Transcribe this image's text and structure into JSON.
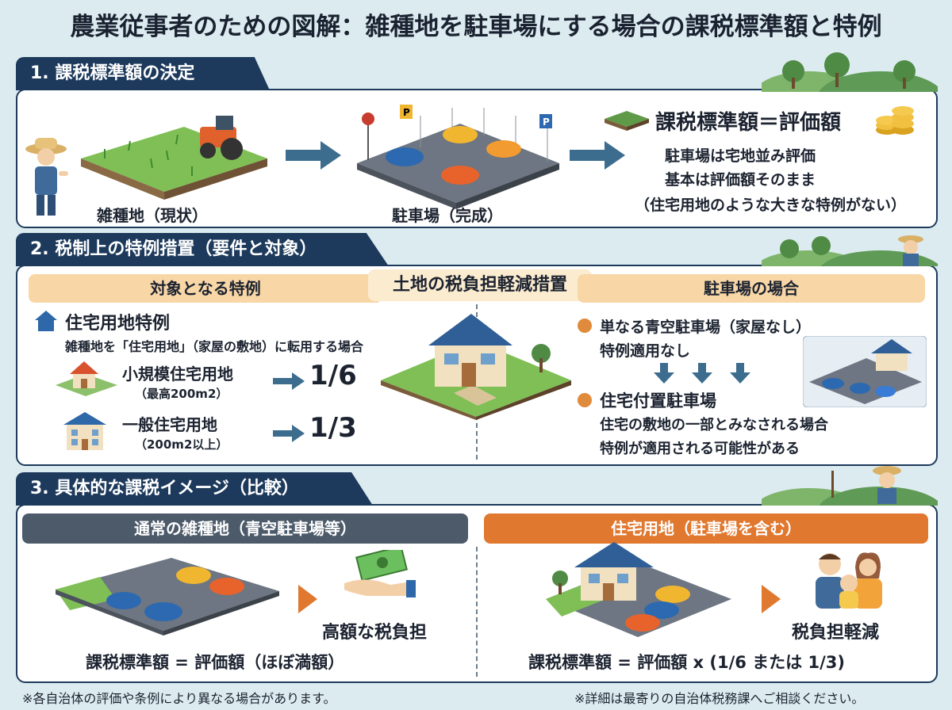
{
  "title": "農業従事者のための図解：雑種地を駐車場にする場合の課税標準額と特例",
  "section1": {
    "tab": "1. 課税標準額の決定",
    "label_before": "雑種地（現状）",
    "label_after": "駐車場（完成）",
    "formula": "課税標準額＝評価額",
    "desc1": "駐車場は宅地並み評価",
    "desc2": "基本は評価額そのまま",
    "desc3": "（住宅用地のような大きな特例がない）"
  },
  "section2": {
    "tab": "2. 税制上の特例措置（要件と対象）",
    "left_header": "対象となる特例",
    "center_header": "土地の税負担軽減措置",
    "right_header": "駐車場の場合",
    "residential_title": "住宅用地特例",
    "residential_desc": "雑種地を「住宅用地」（家屋の敷地）に転用する場合",
    "small_title": "小規模住宅用地",
    "small_sub": "（最高200m2）",
    "small_ratio": "1/6",
    "general_title": "一般住宅用地",
    "general_sub": "（200m2以上）",
    "general_ratio": "1/3",
    "right_item1_title": "単なる青空駐車場（家屋なし）",
    "right_item1_desc": "特例適用なし",
    "right_item2_title": "住宅付置駐車場",
    "right_item2_desc1": "住宅の敷地の一部とみなされる場合",
    "right_item2_desc2": "特例が適用される可能性がある"
  },
  "section3": {
    "tab": "3. 具体的な課税イメージ（比較）",
    "left_header": "通常の雑種地（青空駐車場等）",
    "left_result": "高額な税負担",
    "left_formula": "課税標準額 = 評価額（ほぼ満額）",
    "right_header": "住宅用地（駐車場を含む）",
    "right_result": "税負担軽減",
    "right_formula": "課税標準額 = 評価額 x (1/6 または 1/3)"
  },
  "footer": {
    "left": "※各自治体の評価や条例により異なる場合があります。",
    "right": "※詳細は最寄りの自治体税務課へご相談ください。"
  },
  "colors": {
    "navy": "#1d3a5c",
    "accent_orange": "#e08a3b",
    "bar_peach": "#f8d6a6",
    "bar_gray": "#4c5a6a",
    "arrow_blue": "#3d6d8e"
  }
}
